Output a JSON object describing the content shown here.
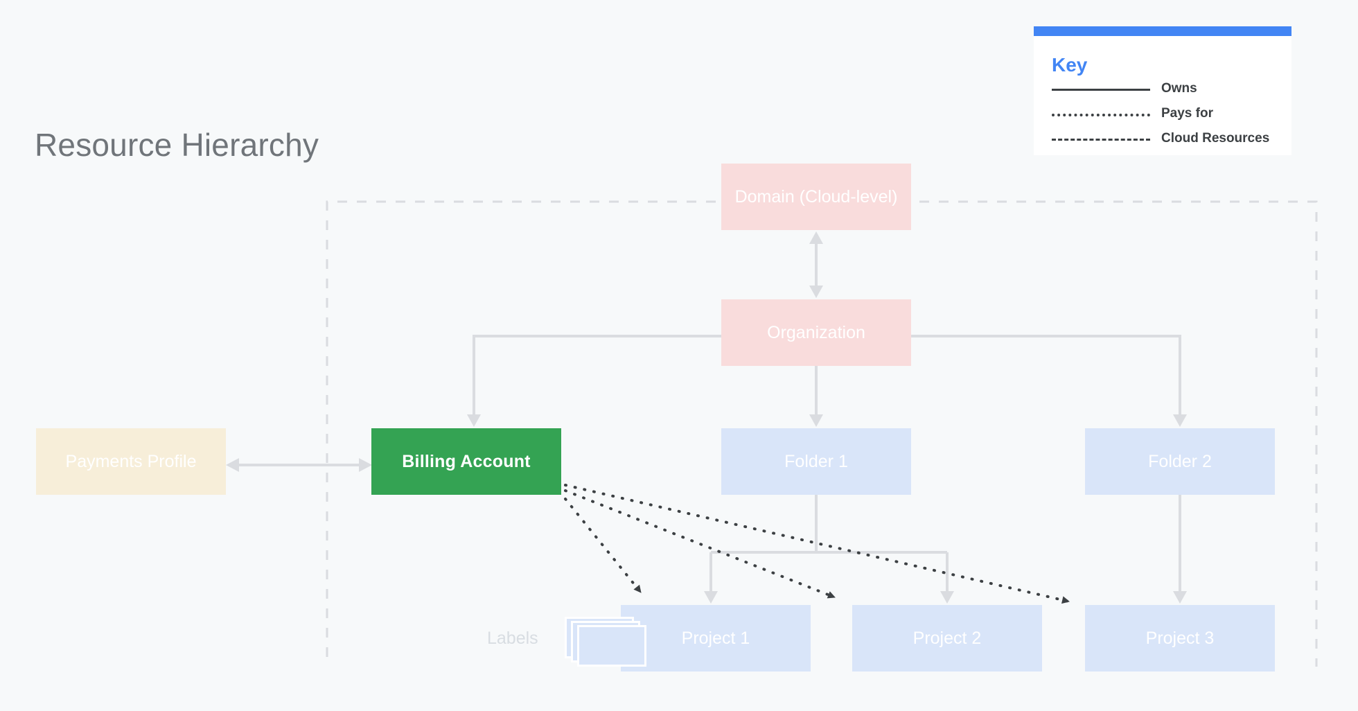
{
  "page": {
    "title": "Resource Hierarchy",
    "background_color": "#f7f9fa"
  },
  "key": {
    "title": "Key",
    "accent_color": "#4285f4",
    "items": [
      {
        "style": "solid",
        "label": "Owns"
      },
      {
        "style": "dotted",
        "label": "Pays for"
      },
      {
        "style": "dashed",
        "label": "Cloud Resources"
      }
    ]
  },
  "nodes": {
    "domain": {
      "label": "Domain (Cloud-level)",
      "color": "#f9dcdc"
    },
    "organization": {
      "label": "Organization",
      "color": "#f9dcdc"
    },
    "payments": {
      "label": "Payments Profile",
      "color": "#f7eed9"
    },
    "billing": {
      "label": "Billing Account",
      "color": "#34a353"
    },
    "folder1": {
      "label": "Folder 1",
      "color": "#d9e5f9"
    },
    "folder2": {
      "label": "Folder 2",
      "color": "#d9e5f9"
    },
    "project1": {
      "label": "Project 1",
      "color": "#d9e5f9"
    },
    "project2": {
      "label": "Project 2",
      "color": "#d9e5f9"
    },
    "project3": {
      "label": "Project 3",
      "color": "#d9e5f9"
    }
  },
  "labels": {
    "text": "Labels",
    "icon": "stacked-cards-icon"
  },
  "connectors": {
    "owns_color": "#dadce0",
    "pays_for_color": "#3c4043",
    "cloud_boundary_color": "#dadce0",
    "relations": [
      {
        "from": "domain",
        "to": "organization",
        "type": "owns",
        "bidirectional": true
      },
      {
        "from": "organization",
        "to": "billing",
        "type": "owns"
      },
      {
        "from": "organization",
        "to": "folder1",
        "type": "owns"
      },
      {
        "from": "organization",
        "to": "folder2",
        "type": "owns"
      },
      {
        "from": "folder1",
        "to": "project1",
        "type": "owns"
      },
      {
        "from": "folder1",
        "to": "project2",
        "type": "owns"
      },
      {
        "from": "folder2",
        "to": "project3",
        "type": "owns"
      },
      {
        "from": "payments",
        "to": "billing",
        "type": "owns",
        "bidirectional": true
      },
      {
        "from": "billing",
        "to": "project1",
        "type": "pays-for"
      },
      {
        "from": "billing",
        "to": "project2",
        "type": "pays-for"
      },
      {
        "from": "billing",
        "to": "project3",
        "type": "pays-for"
      }
    ]
  }
}
